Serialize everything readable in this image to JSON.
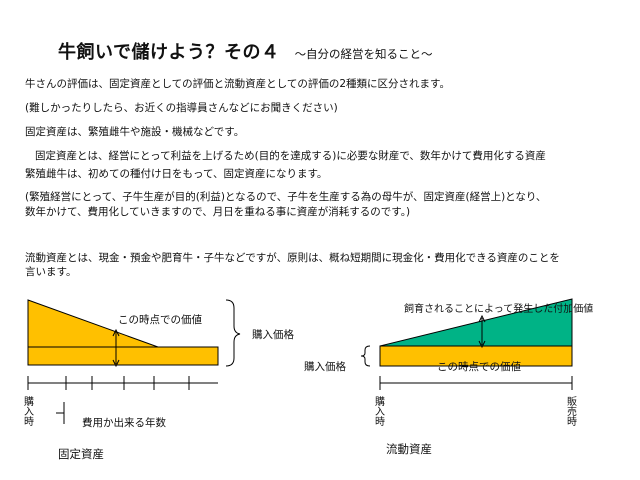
{
  "title": {
    "main": "牛飼いで儲けよう？その４",
    "subtitle": "～自分の経営を知ること～"
  },
  "paragraphs": [
    "牛さんの評価は、固定資産としての評価と流動資産としての評価の2種類に区分されます。",
    "(難しかったりしたら、お近くの指導員さんなどにお聞きください)",
    "固定資産は、繁殖雌牛や施設・機械などです。",
    "固定資産とは、経営にとって利益を上げるため(目的を達成する)に必要な財産で、数年かけて費用化する資産",
    "繁殖雌牛は、初めての種付け日をもって、固定資産になります。",
    "(繁殖経営にとって、子牛生産が目的(利益)となるので、子牛を生産する為の母牛が、固定資産(経営上)となり、",
    "数年かけて、費用化していきますので、月日を重ねる事に資産が消耗するのです。)",
    "流動資産とは、現金・預金や肥育牛・子牛などですが、原則は、概ね短期間に現金化・費用化できる資産のことを",
    "言います。"
  ],
  "fixed_diagram": {
    "value_label": "この時点での価値",
    "purchase_price_label": "購入価格",
    "purchase_time_label": "購入時",
    "years_label": "費用か出来る年数",
    "caption": "固定資産",
    "colors": {
      "fill": "#FFC000",
      "outline": "#000000"
    }
  },
  "current_diagram": {
    "added_value_label": "飼育されることによって発生した付加価値",
    "purchase_price_label": "購入価格",
    "value_label": "この時点での価値",
    "purchase_time_label": "購入時",
    "sale_time_label": "販売時",
    "caption": "流動資産",
    "colors": {
      "base_fill": "#FFC000",
      "added_fill": "#00B386",
      "outline": "#000000"
    }
  }
}
